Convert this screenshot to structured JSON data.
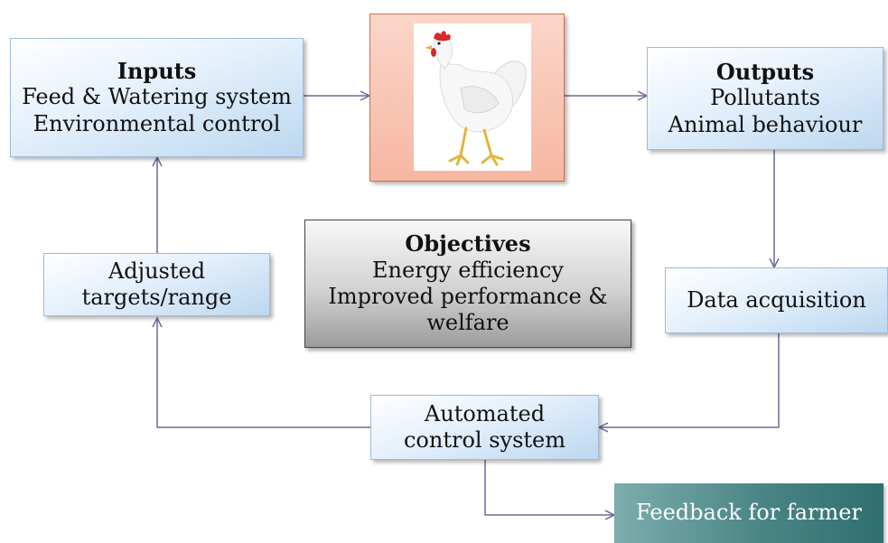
{
  "inputs": {
    "title": "Inputs",
    "line1": "Feed & Watering system",
    "line2": "Environmental control"
  },
  "outputs": {
    "title": "Outputs",
    "line1": "Pollutants",
    "line2": "Animal behaviour"
  },
  "objectives": {
    "title": "Objectives",
    "line1": "Energy efficiency",
    "line2": "Improved performance &",
    "line3": "welfare"
  },
  "adjusted": {
    "line1": "Adjusted",
    "line2": "targets/range"
  },
  "data_acquisition": {
    "label": "Data acquisition"
  },
  "automated": {
    "line1": "Automated",
    "line2": "control system"
  },
  "feedback": {
    "label": "Feedback for farmer"
  },
  "colors": {
    "blue_box": "#bcd7f0",
    "chicken_box": "#f6b7a2",
    "objectives_box": "#c8c8c8",
    "feedback_box": "#4a8585",
    "connector": "#6b6b9a"
  },
  "icons": {
    "chicken": "white-chicken-icon"
  }
}
